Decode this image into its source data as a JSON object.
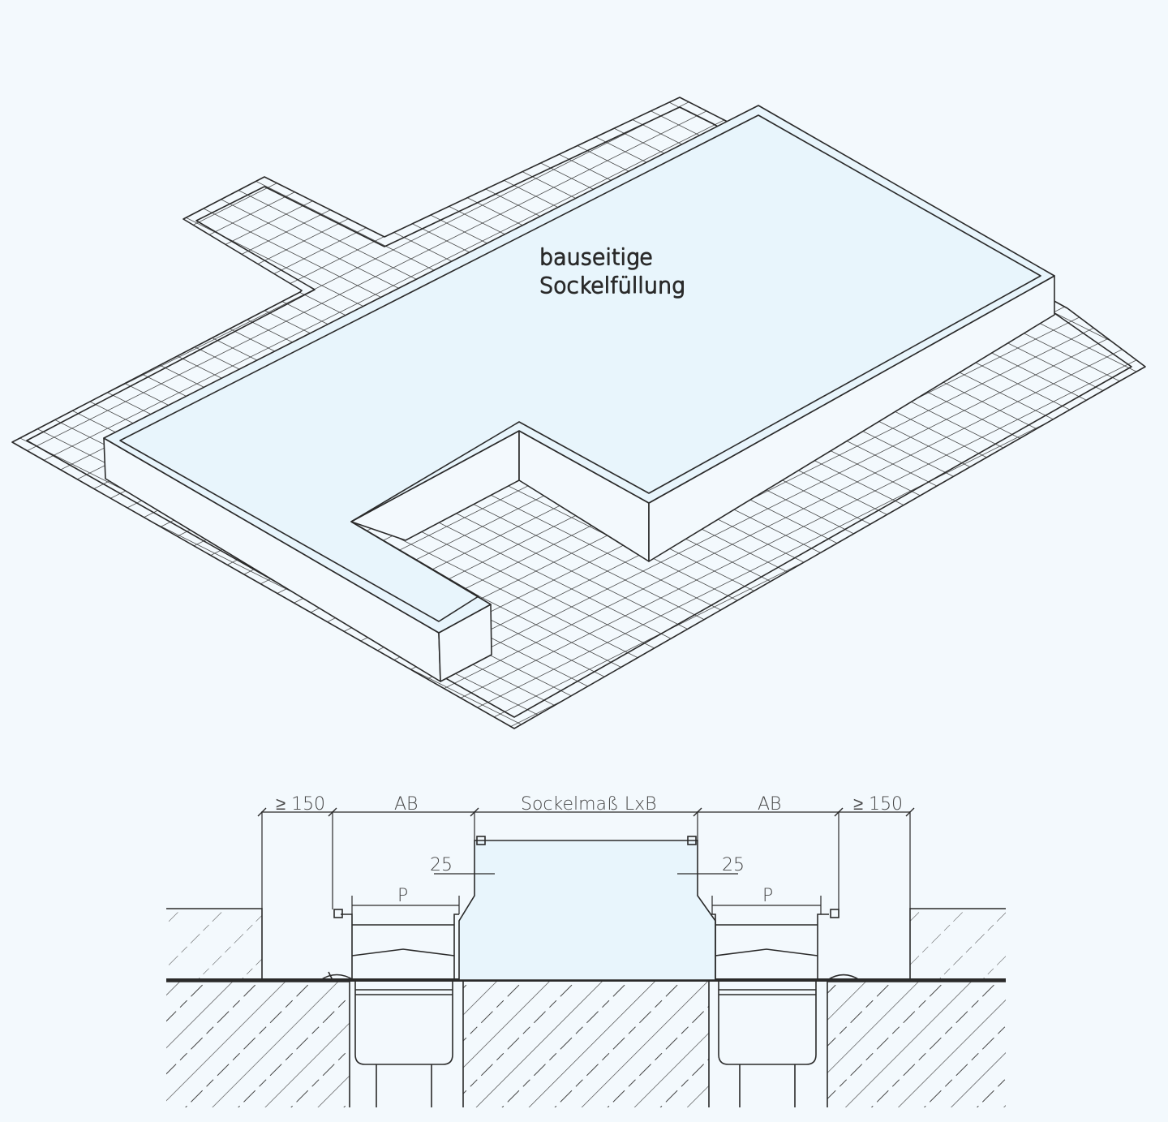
{
  "colors": {
    "background": "#f3f9fd",
    "fill_area": "#e8f5fc",
    "line": "#2a2a2a"
  },
  "iso": {
    "label_line1": "bauseitige",
    "label_line2": "Sockelfüllung"
  },
  "section": {
    "dim_min_left": "≥ 150",
    "dim_ab_left": "AB",
    "dim_base": "Sockelmaß LxB",
    "dim_ab_right": "AB",
    "dim_min_right": "≥ 150",
    "dim_25_left": "25",
    "dim_25_right": "25",
    "dim_p_left": "P",
    "dim_p_right": "P"
  }
}
